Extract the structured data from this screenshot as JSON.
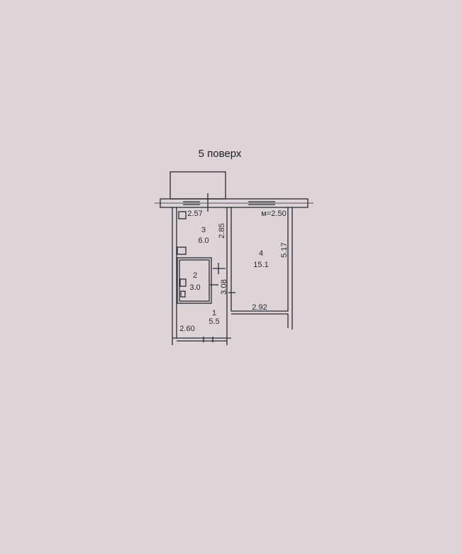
{
  "title": "5 поверх",
  "ceiling_height": "м=2.50",
  "rooms": [
    {
      "number": "1",
      "area": "5.5"
    },
    {
      "number": "2",
      "area": "3.0"
    },
    {
      "number": "3",
      "area": "6.0"
    },
    {
      "number": "4",
      "area": "15.1"
    }
  ],
  "dimensions": {
    "kitchen_width": "2.57",
    "kitchen_length": "2.85",
    "room_length": "5.17",
    "room_width": "2.92",
    "hall_length": "3.08",
    "hall_width": "2.60"
  },
  "colors": {
    "background": "#dcd4d9",
    "lines": "#2a2a2e"
  }
}
